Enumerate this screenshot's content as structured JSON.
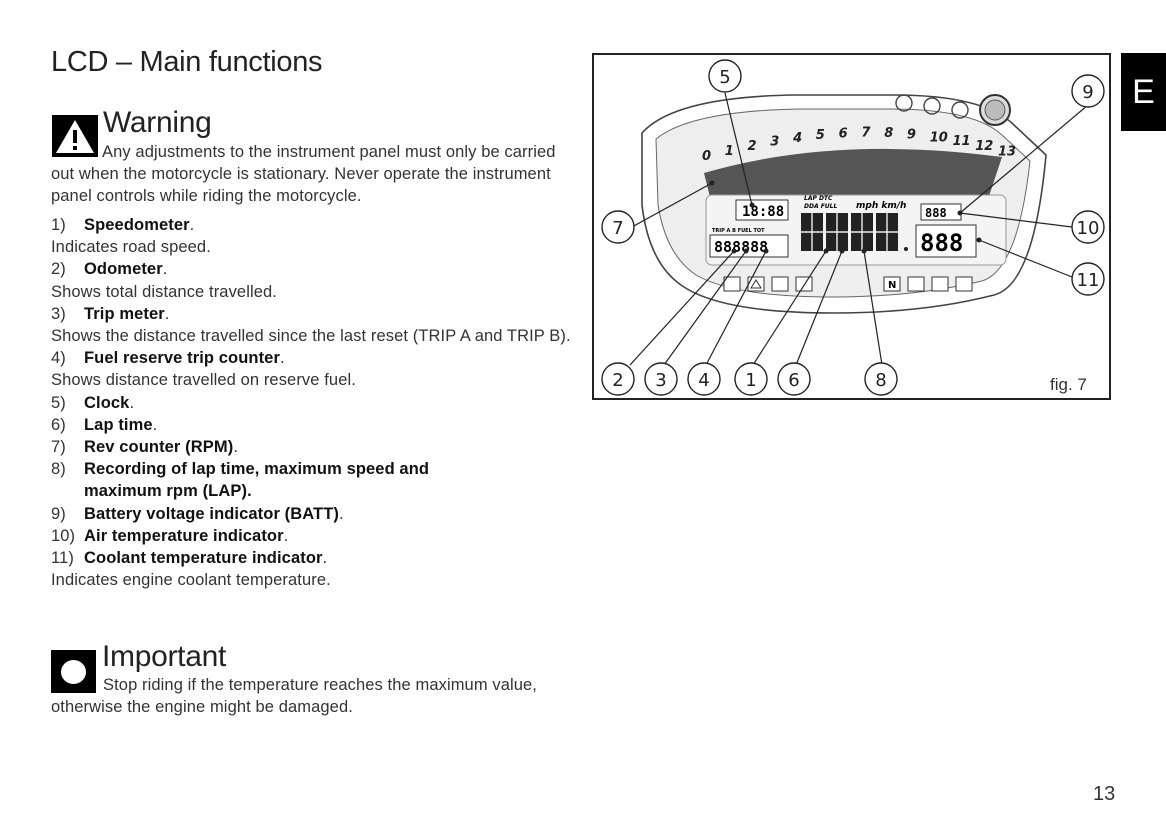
{
  "title": "LCD – Main functions",
  "warning": {
    "heading": "Warning",
    "text": "Any adjustments to the instrument panel must only be carried out when the motorcycle is stationary. Never operate the instrument panel controls while riding the motorcycle."
  },
  "items": [
    {
      "num": "1)",
      "label": "Speedometer",
      "desc": "Indicates road speed."
    },
    {
      "num": "2)",
      "label": "Odometer",
      "desc": "Shows total distance travelled."
    },
    {
      "num": "3)",
      "label": "Trip meter",
      "desc": "Shows the distance travelled since the last reset (TRIP A and TRIP B)."
    },
    {
      "num": "4)",
      "label": "Fuel reserve trip counter",
      "desc": "Shows distance travelled on reserve fuel."
    },
    {
      "num": "5)",
      "label": "Clock"
    },
    {
      "num": "6)",
      "label": "Lap time"
    },
    {
      "num": "7)",
      "label": "Rev counter (RPM)"
    },
    {
      "num": "8)",
      "label": "Recording of lap time, maximum speed and",
      "label_cont": "maximum rpm (LAP)"
    },
    {
      "num": "9)",
      "label": "Battery voltage indicator (BATT)"
    },
    {
      "num": "10)",
      "label": "Air temperature indicator"
    },
    {
      "num": "11)",
      "label": "Coolant temperature indicator",
      "desc": "Indicates engine coolant temperature."
    }
  ],
  "important": {
    "heading": "Important",
    "text": "Stop riding if the temperature reaches the maximum value, otherwise the engine might be damaged."
  },
  "figure": {
    "caption": "fig. 7",
    "callouts": [
      "5",
      "9",
      "7",
      "10",
      "11",
      "2",
      "3",
      "4",
      "1",
      "6",
      "8"
    ],
    "lcd": {
      "rpm_scale": [
        "0",
        "1",
        "2",
        "3",
        "4",
        "5",
        "6",
        "7",
        "8",
        "9",
        "10",
        "11",
        "12",
        "13"
      ],
      "clock": "18:88",
      "odometer": "888888",
      "trip_labels": "TRIP A B  FUEL  TOT",
      "lap_labels": "LAP  DTC",
      "lap_labels2": "DDA  FULL",
      "units": "mph km/h",
      "speed": "888",
      "temp": "888",
      "batt": "888"
    }
  },
  "section_tab": "E",
  "page_number": "13"
}
